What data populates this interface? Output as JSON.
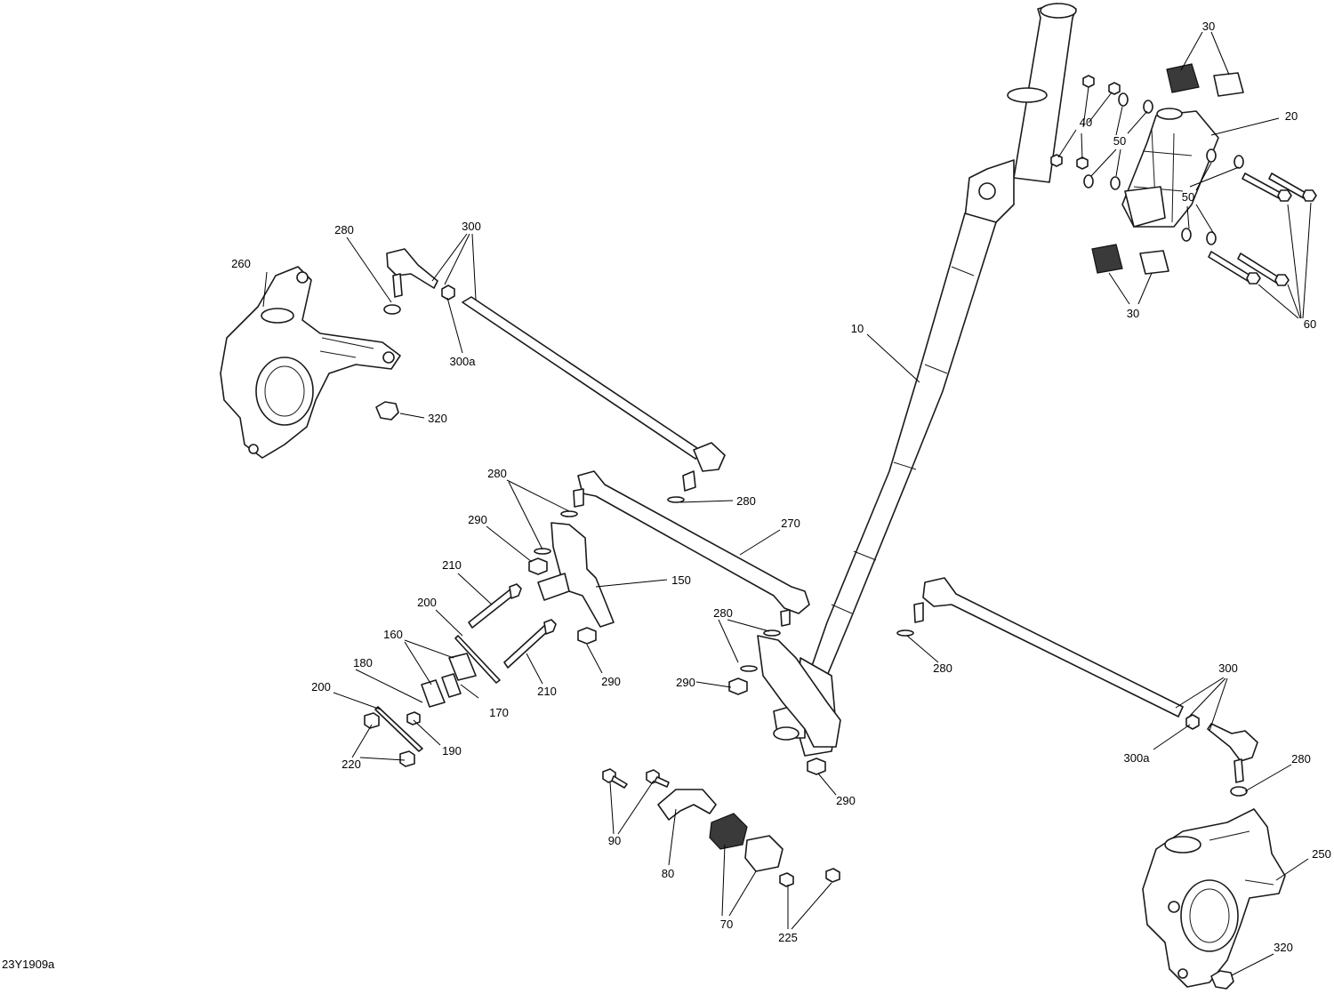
{
  "diagram_code": "23Y1909a",
  "callouts": {
    "c10": "10",
    "c20": "20",
    "c30a": "30",
    "c30b": "30",
    "c40": "40",
    "c50a": "50",
    "c50b": "50",
    "c60": "60",
    "c70": "70",
    "c80": "80",
    "c90": "90",
    "c150": "150",
    "c160": "160",
    "c170": "170",
    "c180": "180",
    "c190": "190",
    "c200a": "200",
    "c200b": "200",
    "c210a": "210",
    "c210b": "210",
    "c220": "220",
    "c225": "225",
    "c250": "250",
    "c260": "260",
    "c270": "270",
    "c280a": "280",
    "c280b": "280",
    "c280c": "280",
    "c280d": "280",
    "c280e": "280",
    "c280f": "280",
    "c290a": "290",
    "c290b": "290",
    "c290c": "290",
    "c290d": "290",
    "c300a": "300",
    "c300b": "300",
    "c300a_left": "300a",
    "c300a_right": "300a",
    "c320a": "320",
    "c320b": "320"
  }
}
